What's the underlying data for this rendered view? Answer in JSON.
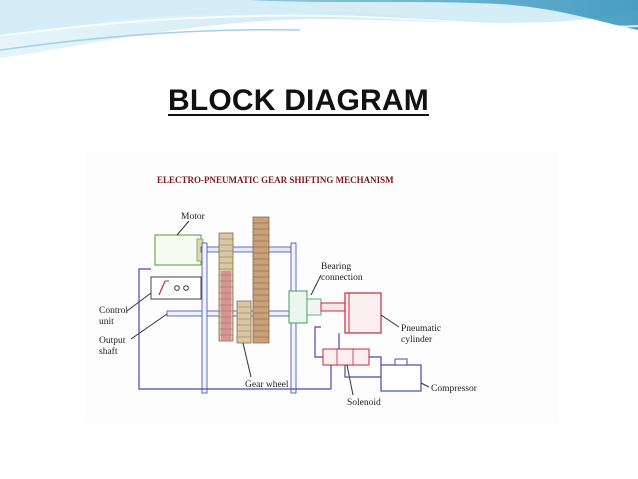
{
  "slide": {
    "title": "BLOCK DIAGRAM"
  },
  "diagram": {
    "title": "ELECTRO-PNEUMATIC GEAR SHIFTING MECHANISM",
    "labels": {
      "motor": "Motor",
      "control_unit_line1": "Control",
      "control_unit_line2": "unit",
      "output_shaft_line1": "Output",
      "output_shaft_line2": "shaft",
      "gear_wheel": "Gear wheel",
      "bearing_line1": "Bearing",
      "bearing_line2": "connection",
      "pneumatic_line1": "Pneumatic",
      "pneumatic_line2": "cylinder",
      "compressor": "Compressor",
      "solenoid": "Solenoid"
    }
  },
  "colors": {
    "header_wave_light": "#cfeaf5",
    "header_wave_dark": "#2f8fb7",
    "title_text": "#111111",
    "diagram_title": "#7a1a1a",
    "motor_outline": "#6aaa55",
    "gear_fill": "#c9a07a",
    "gear_teeth_pink": "#d56a8a",
    "shaft_blue": "#3a4fa3",
    "cylinder_red": "#c8283c",
    "bearing_green": "#3f9e56",
    "wiring_blue": "#4a4aa8"
  }
}
